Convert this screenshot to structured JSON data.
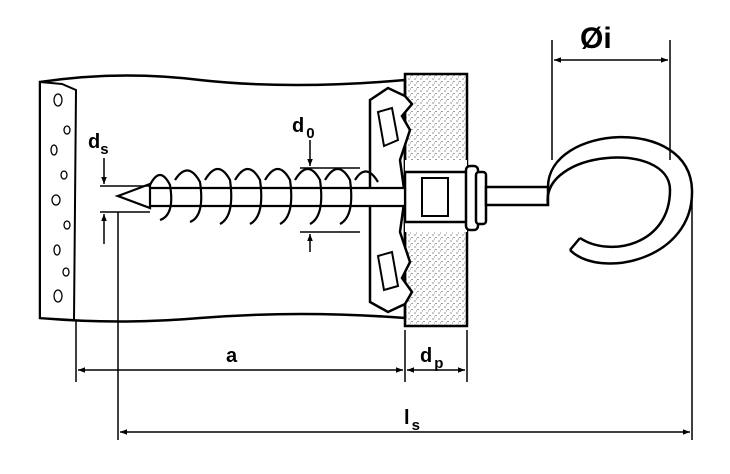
{
  "labels": {
    "d_s": {
      "main": "d",
      "sub": "s"
    },
    "d_0": {
      "main": "d",
      "sub": "0"
    },
    "a": "a",
    "d_p": {
      "main": "d",
      "sub": "p"
    },
    "l_s": {
      "main": "l",
      "sub": "s"
    },
    "inner_diameter": "Øi"
  },
  "colors": {
    "line": "#000000",
    "background": "#ffffff",
    "board": "#f2f2f2"
  }
}
